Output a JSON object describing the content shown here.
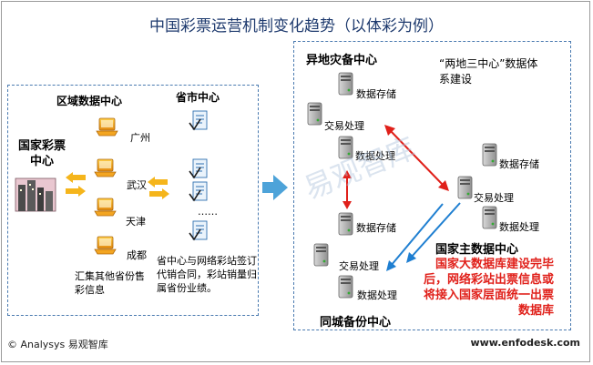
{
  "title": "中国彩票运营机制变化趋势（以体彩为例）",
  "left_panel": {
    "regional_center": "区域数据中心",
    "provincial_center": "省市中心",
    "national_lottery_center": "国家彩票中心",
    "cities": [
      "广州",
      "武汉",
      "天津",
      "成都"
    ],
    "ellipsis": "……",
    "summary_note": "汇集其他省份售彩信息",
    "provincial_note": "省中心与网络彩站签订代销合同，彩站销量归属省份业绩。"
  },
  "right_panel": {
    "disaster_center": "异地灾备中心",
    "two_site_title": "“两地三中心”数据体系建设",
    "national_main_center": "国家主数据中心",
    "same_city_backup": "同城备份中心",
    "data_storage": "数据存储",
    "transaction": "交易处理",
    "data_processing": "数据处理",
    "red_note": "国家大数据库建设完毕后，网络彩站出票信息或将接入国家层面统一出票数据库"
  },
  "watermark": "易观智库",
  "footer": {
    "left": "© Analysys 易观智库",
    "right": "www.enfodesk.com"
  },
  "colors": {
    "title": "#1e3a6e",
    "dashed_border": "#4a7ab0",
    "big_arrow": "#4da3d9",
    "orange_arrow": "#f5b51b",
    "red_arrow": "#e0201a",
    "blue_arrow": "#1f7fd1",
    "red_text": "#e0201a"
  },
  "icons": [
    "laptop-icon",
    "document-icon",
    "server-icon",
    "building-icon"
  ]
}
